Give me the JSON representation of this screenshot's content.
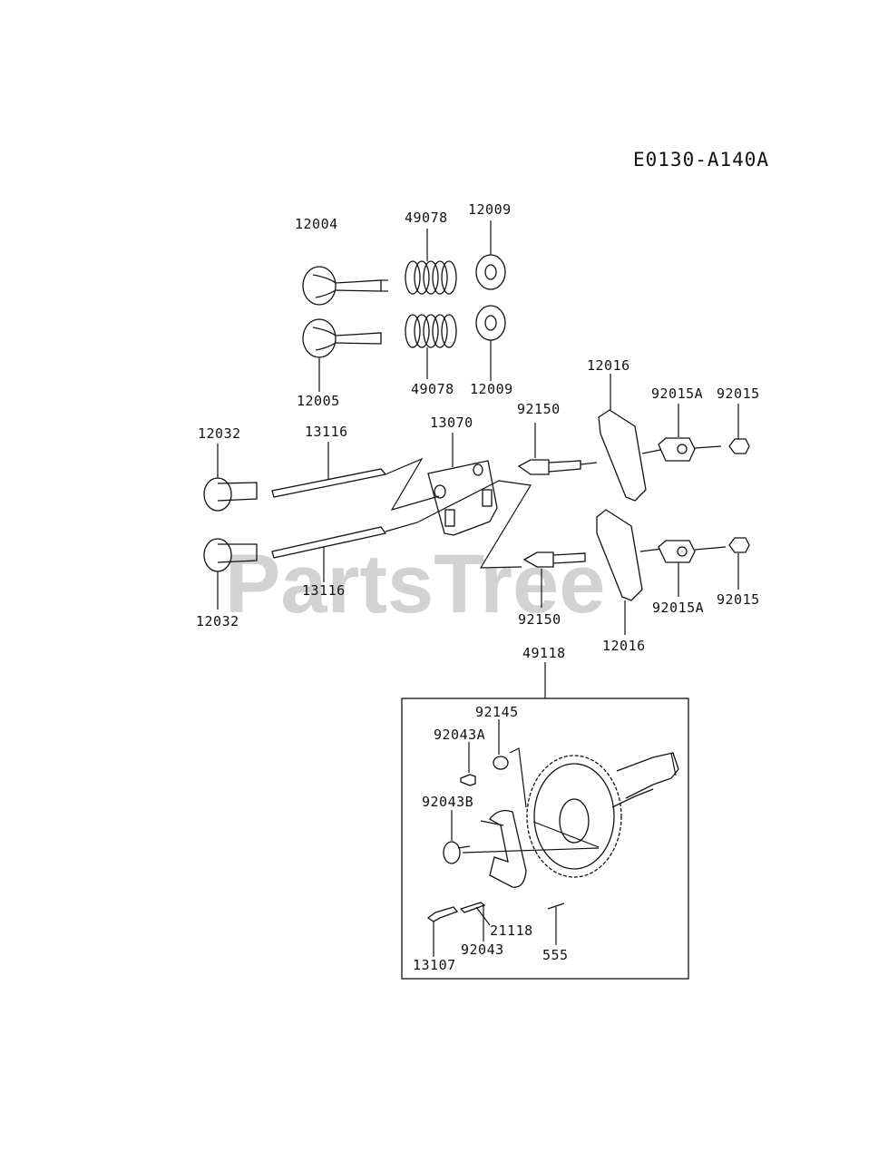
{
  "diagram_code": "E0130-A140A",
  "watermark": "PartsTree",
  "labels": {
    "p12004": "12004",
    "p49078_top": "49078",
    "p12009_top": "12009",
    "p12005": "12005",
    "p49078_bot": "49078",
    "p12009_bot": "12009",
    "p12016_top": "12016",
    "p92015A_top": "92015A",
    "p92015_top": "92015",
    "p12032_top": "12032",
    "p13116_top": "13116",
    "p13070": "13070",
    "p92150_top": "92150",
    "p12032_bot": "12032",
    "p13116_bot": "13116",
    "p92150_bot": "92150",
    "p12016_bot": "12016",
    "p92015A_bot": "92015A",
    "p92015_bot": "92015",
    "p49118": "49118",
    "p92145": "92145",
    "p92043A": "92043A",
    "p92043B": "92043B",
    "p21118": "21118",
    "p92043": "92043",
    "p13107": "13107",
    "p555": "555"
  }
}
